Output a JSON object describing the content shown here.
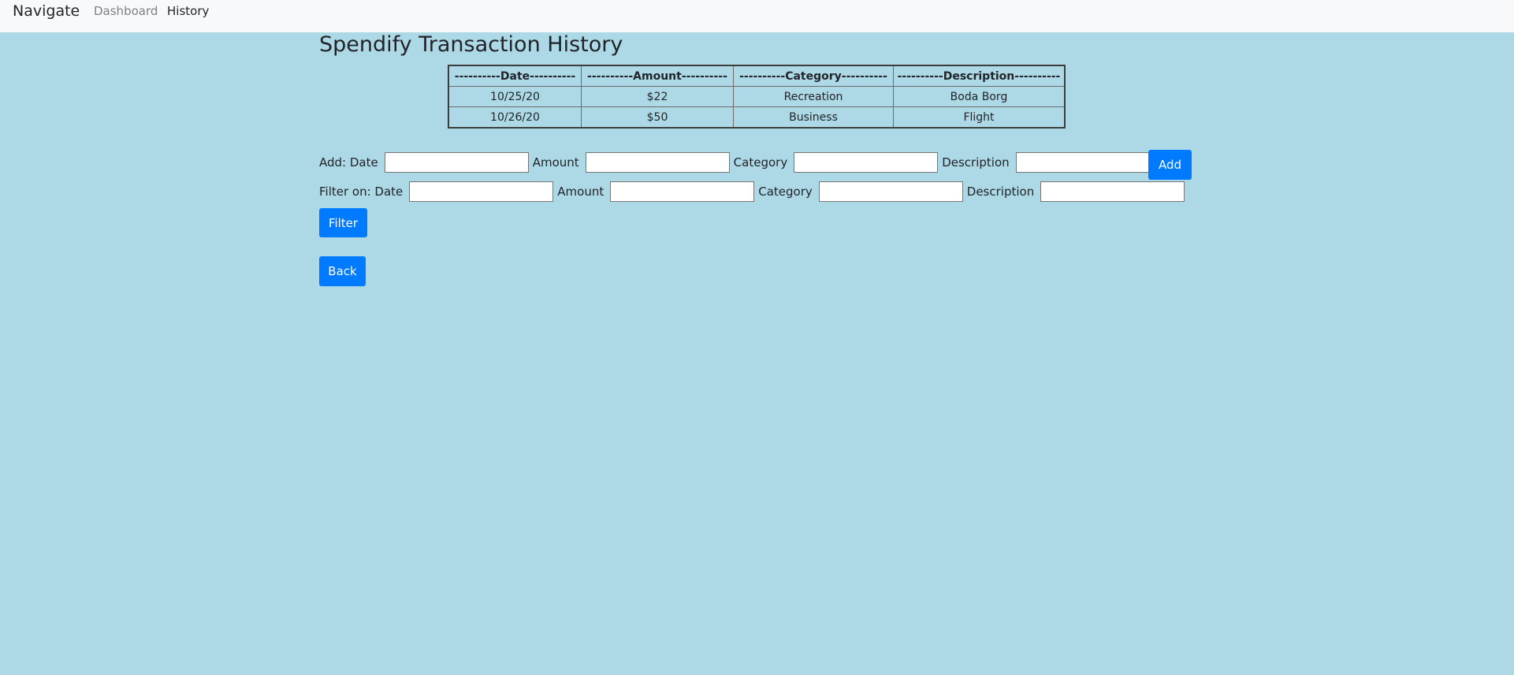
{
  "navbar": {
    "brand": "Navigate",
    "links": [
      {
        "label": "Dashboard"
      },
      {
        "label": "History"
      }
    ]
  },
  "page": {
    "title": "Spendify Transaction History"
  },
  "table": {
    "headers": [
      "----------Date----------",
      "----------Amount----------",
      "----------Category----------",
      "----------Description----------"
    ],
    "rows": [
      [
        "10/25/20",
        "$22",
        "Recreation",
        "Boda Borg"
      ],
      [
        "10/26/20",
        "$50",
        "Business",
        "Flight"
      ]
    ]
  },
  "add_form": {
    "label_date": "Add: Date",
    "label_amount": "Amount",
    "label_category": "Category",
    "label_description": "Description",
    "values": {
      "date": "",
      "amount": "",
      "category": "",
      "description": ""
    },
    "button": "Add"
  },
  "filter_form": {
    "label_date": "Filter on: Date",
    "label_amount": "Amount",
    "label_category": "Category",
    "label_description": "Description",
    "values": {
      "date": "",
      "amount": "",
      "category": "",
      "description": ""
    },
    "button": "Filter"
  },
  "back_button": "Back",
  "colors": {
    "background": "#add8e6",
    "navbar": "#f8f9fa",
    "primary": "#007bff"
  }
}
